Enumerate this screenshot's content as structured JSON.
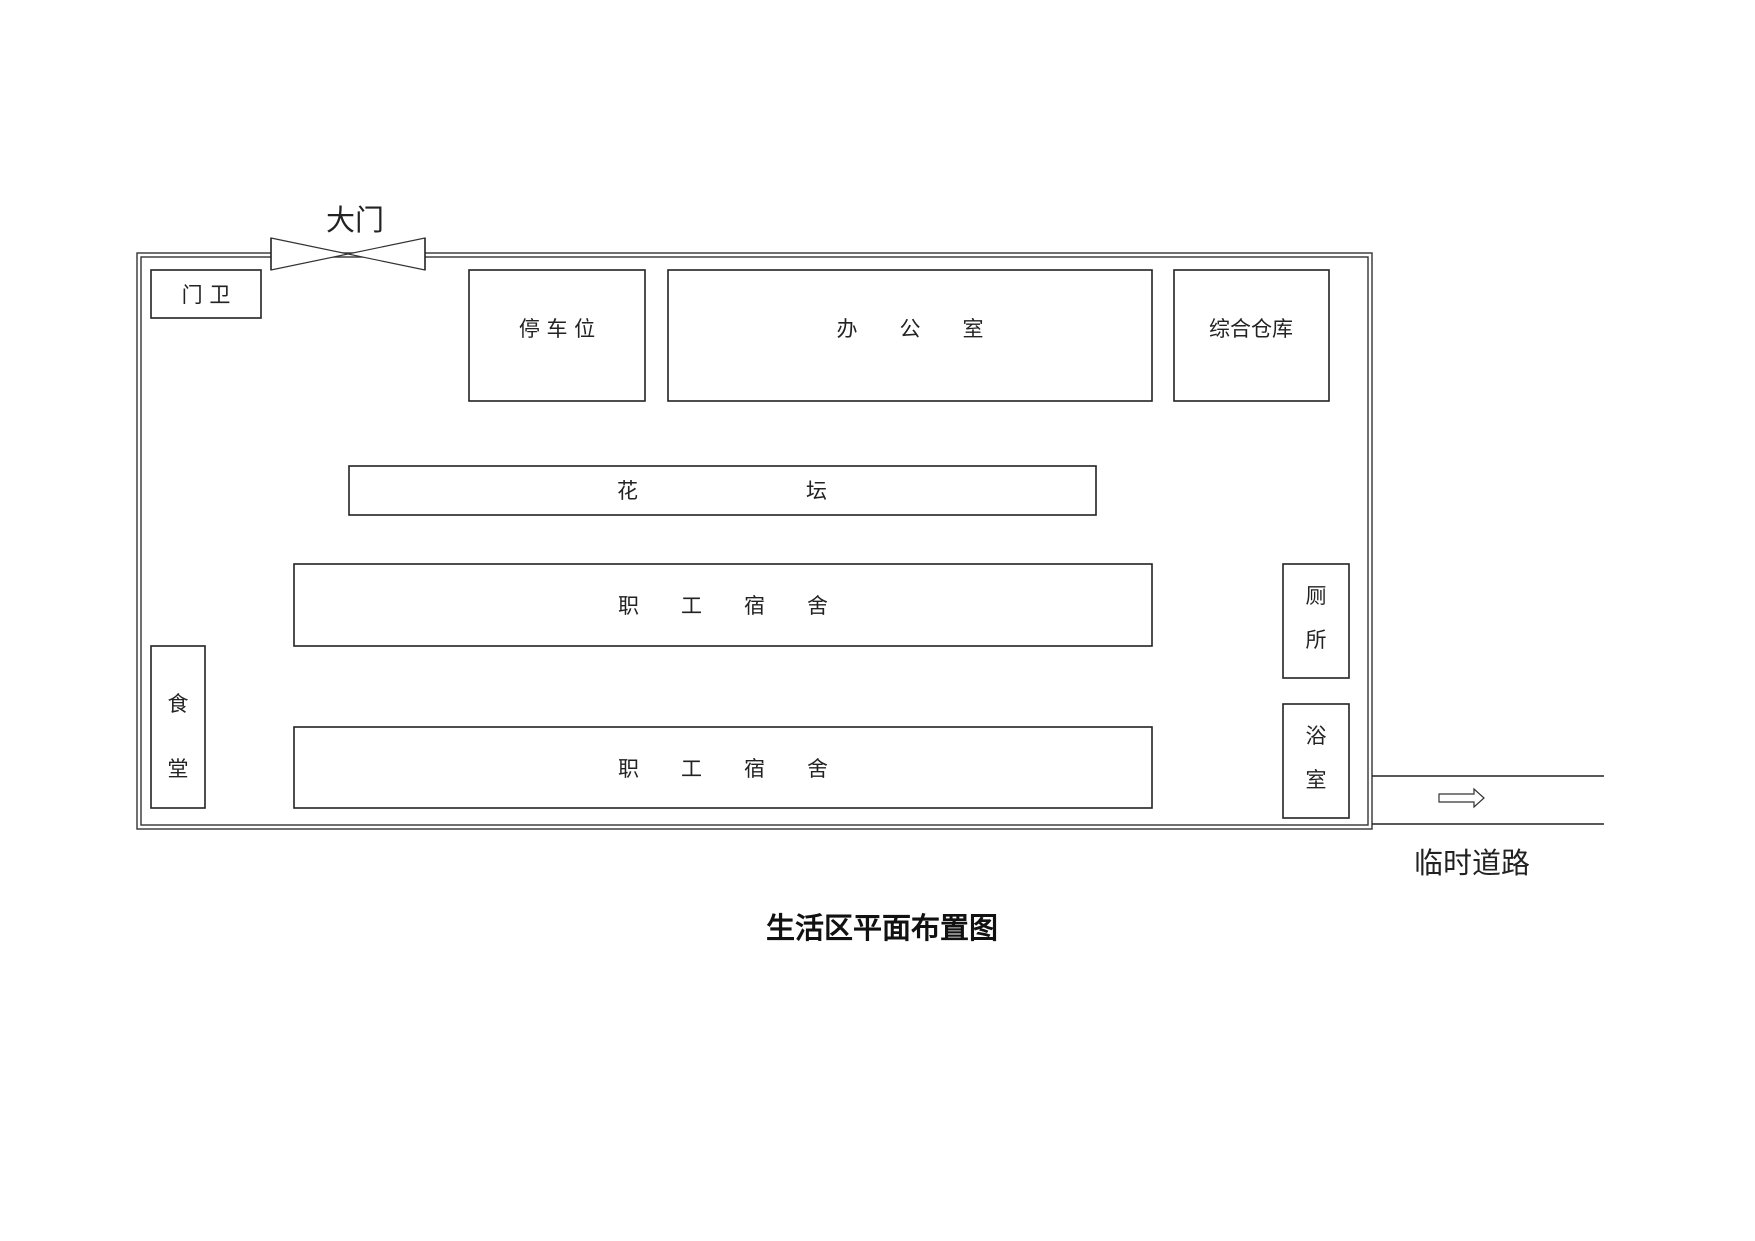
{
  "diagram": {
    "title": "生活区平面布置图",
    "gate_label": "大门",
    "road_label": "临时道路",
    "rooms": {
      "guard": "门 卫",
      "parking": "停 车 位",
      "office": "办　　公　　室",
      "warehouse": "综合仓库",
      "flowerbed": "花　　　　　　　　坛",
      "dormitory_1": "职　　工　　宿　　舍",
      "dormitory_2": "职　　工　　宿　　舍",
      "canteen_1": "食",
      "canteen_2": "堂",
      "toilet_1": "厕",
      "toilet_2": "所",
      "bath_1": "浴",
      "bath_2": "室"
    },
    "colors": {
      "line": "#222222",
      "background": "#ffffff"
    }
  }
}
